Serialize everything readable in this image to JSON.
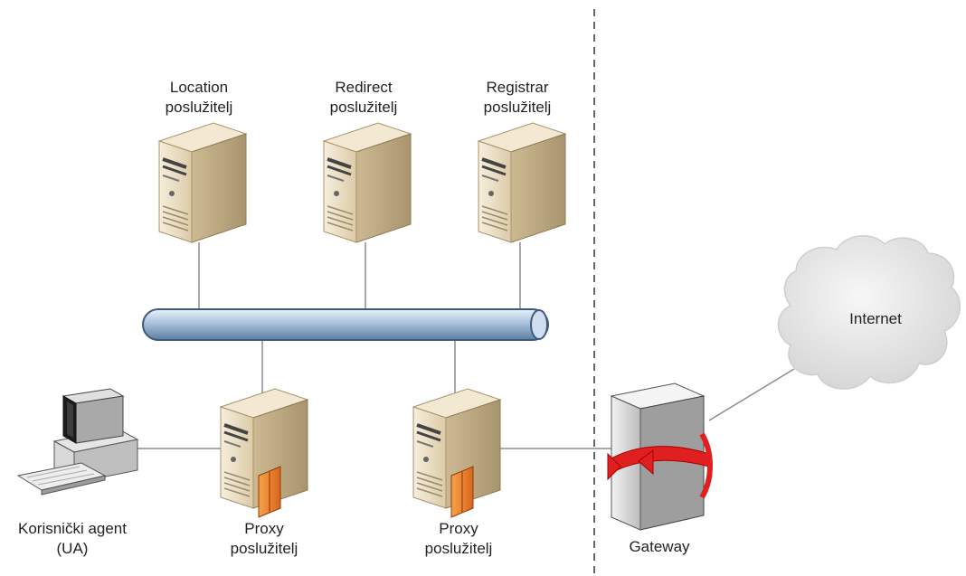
{
  "nodes": {
    "location": {
      "line1": "Location",
      "line2": "poslužitelj",
      "icon": "server-icon"
    },
    "redirect": {
      "line1": "Redirect",
      "line2": "poslužitelj",
      "icon": "server-icon"
    },
    "registrar": {
      "line1": "Registrar",
      "line2": "poslužitelj",
      "icon": "server-icon"
    },
    "user_agent": {
      "line1": "Korisnički agent",
      "line2": "(UA)",
      "icon": "computer-icon"
    },
    "proxy1": {
      "line1": "Proxy",
      "line2": "poslužitelj",
      "icon": "proxy-server-icon"
    },
    "proxy2": {
      "line1": "Proxy",
      "line2": "poslužitelj",
      "icon": "proxy-server-icon"
    },
    "gateway": {
      "line1": "Gateway",
      "icon": "gateway-icon"
    },
    "internet": {
      "line1": "Internet",
      "icon": "cloud-icon"
    }
  },
  "colors": {
    "server_body": "#e9dcc2",
    "server_shadow": "#bfae8c",
    "bus_pipe": "#a9c2dc",
    "bus_outline": "#3d5a7a",
    "gateway_body": "#d6d6d6",
    "gateway_arrow": "#e02020",
    "cloud": "#e3e3e3",
    "connector": "#8c8c8c"
  }
}
